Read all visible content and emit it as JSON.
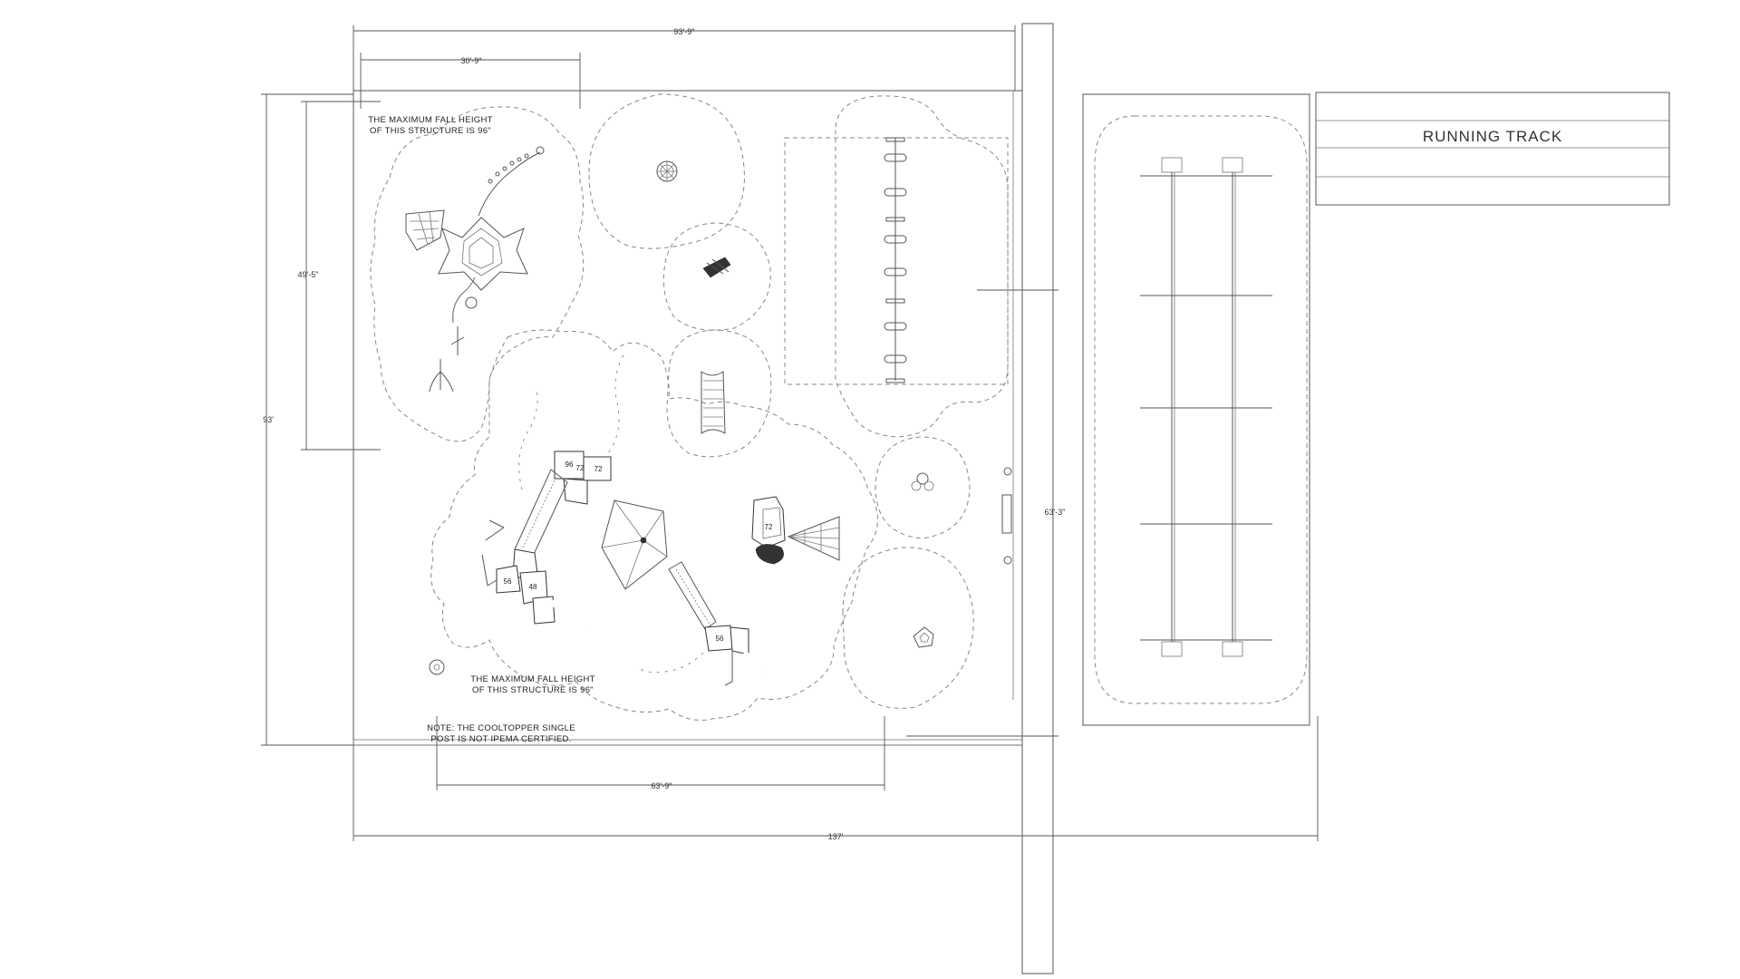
{
  "dimensions": {
    "overall_width": "137'",
    "overall_height": "93'",
    "top_width": "93'-9\"",
    "upper_left_width": "30'-9\"",
    "left_height": "49'-5\"",
    "bottom_width": "63'-9\"",
    "right_height": "63'-3\""
  },
  "notes": {
    "fall_height_upper_line1": "THE MAXIMUM FALL HEIGHT",
    "fall_height_upper_line2": "OF THIS STRUCTURE IS 96\"",
    "fall_height_lower_line1": "THE MAXIMUM FALL HEIGHT",
    "fall_height_lower_line2": "OF THIS STRUCTURE IS 96\"",
    "cooltopper_line1": "NOTE: THE COOLTOPPER SINGLE",
    "cooltopper_line2": "POST IS NOT IPEMA CERTIFIED."
  },
  "track": {
    "title": "RUNNING TRACK"
  },
  "deck_heights": {
    "d96": "96",
    "d72a": "72",
    "d72b": "72",
    "d72c": "72",
    "d56a": "56",
    "d48": "48",
    "d56b": "56"
  },
  "colors": {
    "line": "#555555",
    "boundary_dash": "#888888",
    "background": "#ffffff"
  }
}
